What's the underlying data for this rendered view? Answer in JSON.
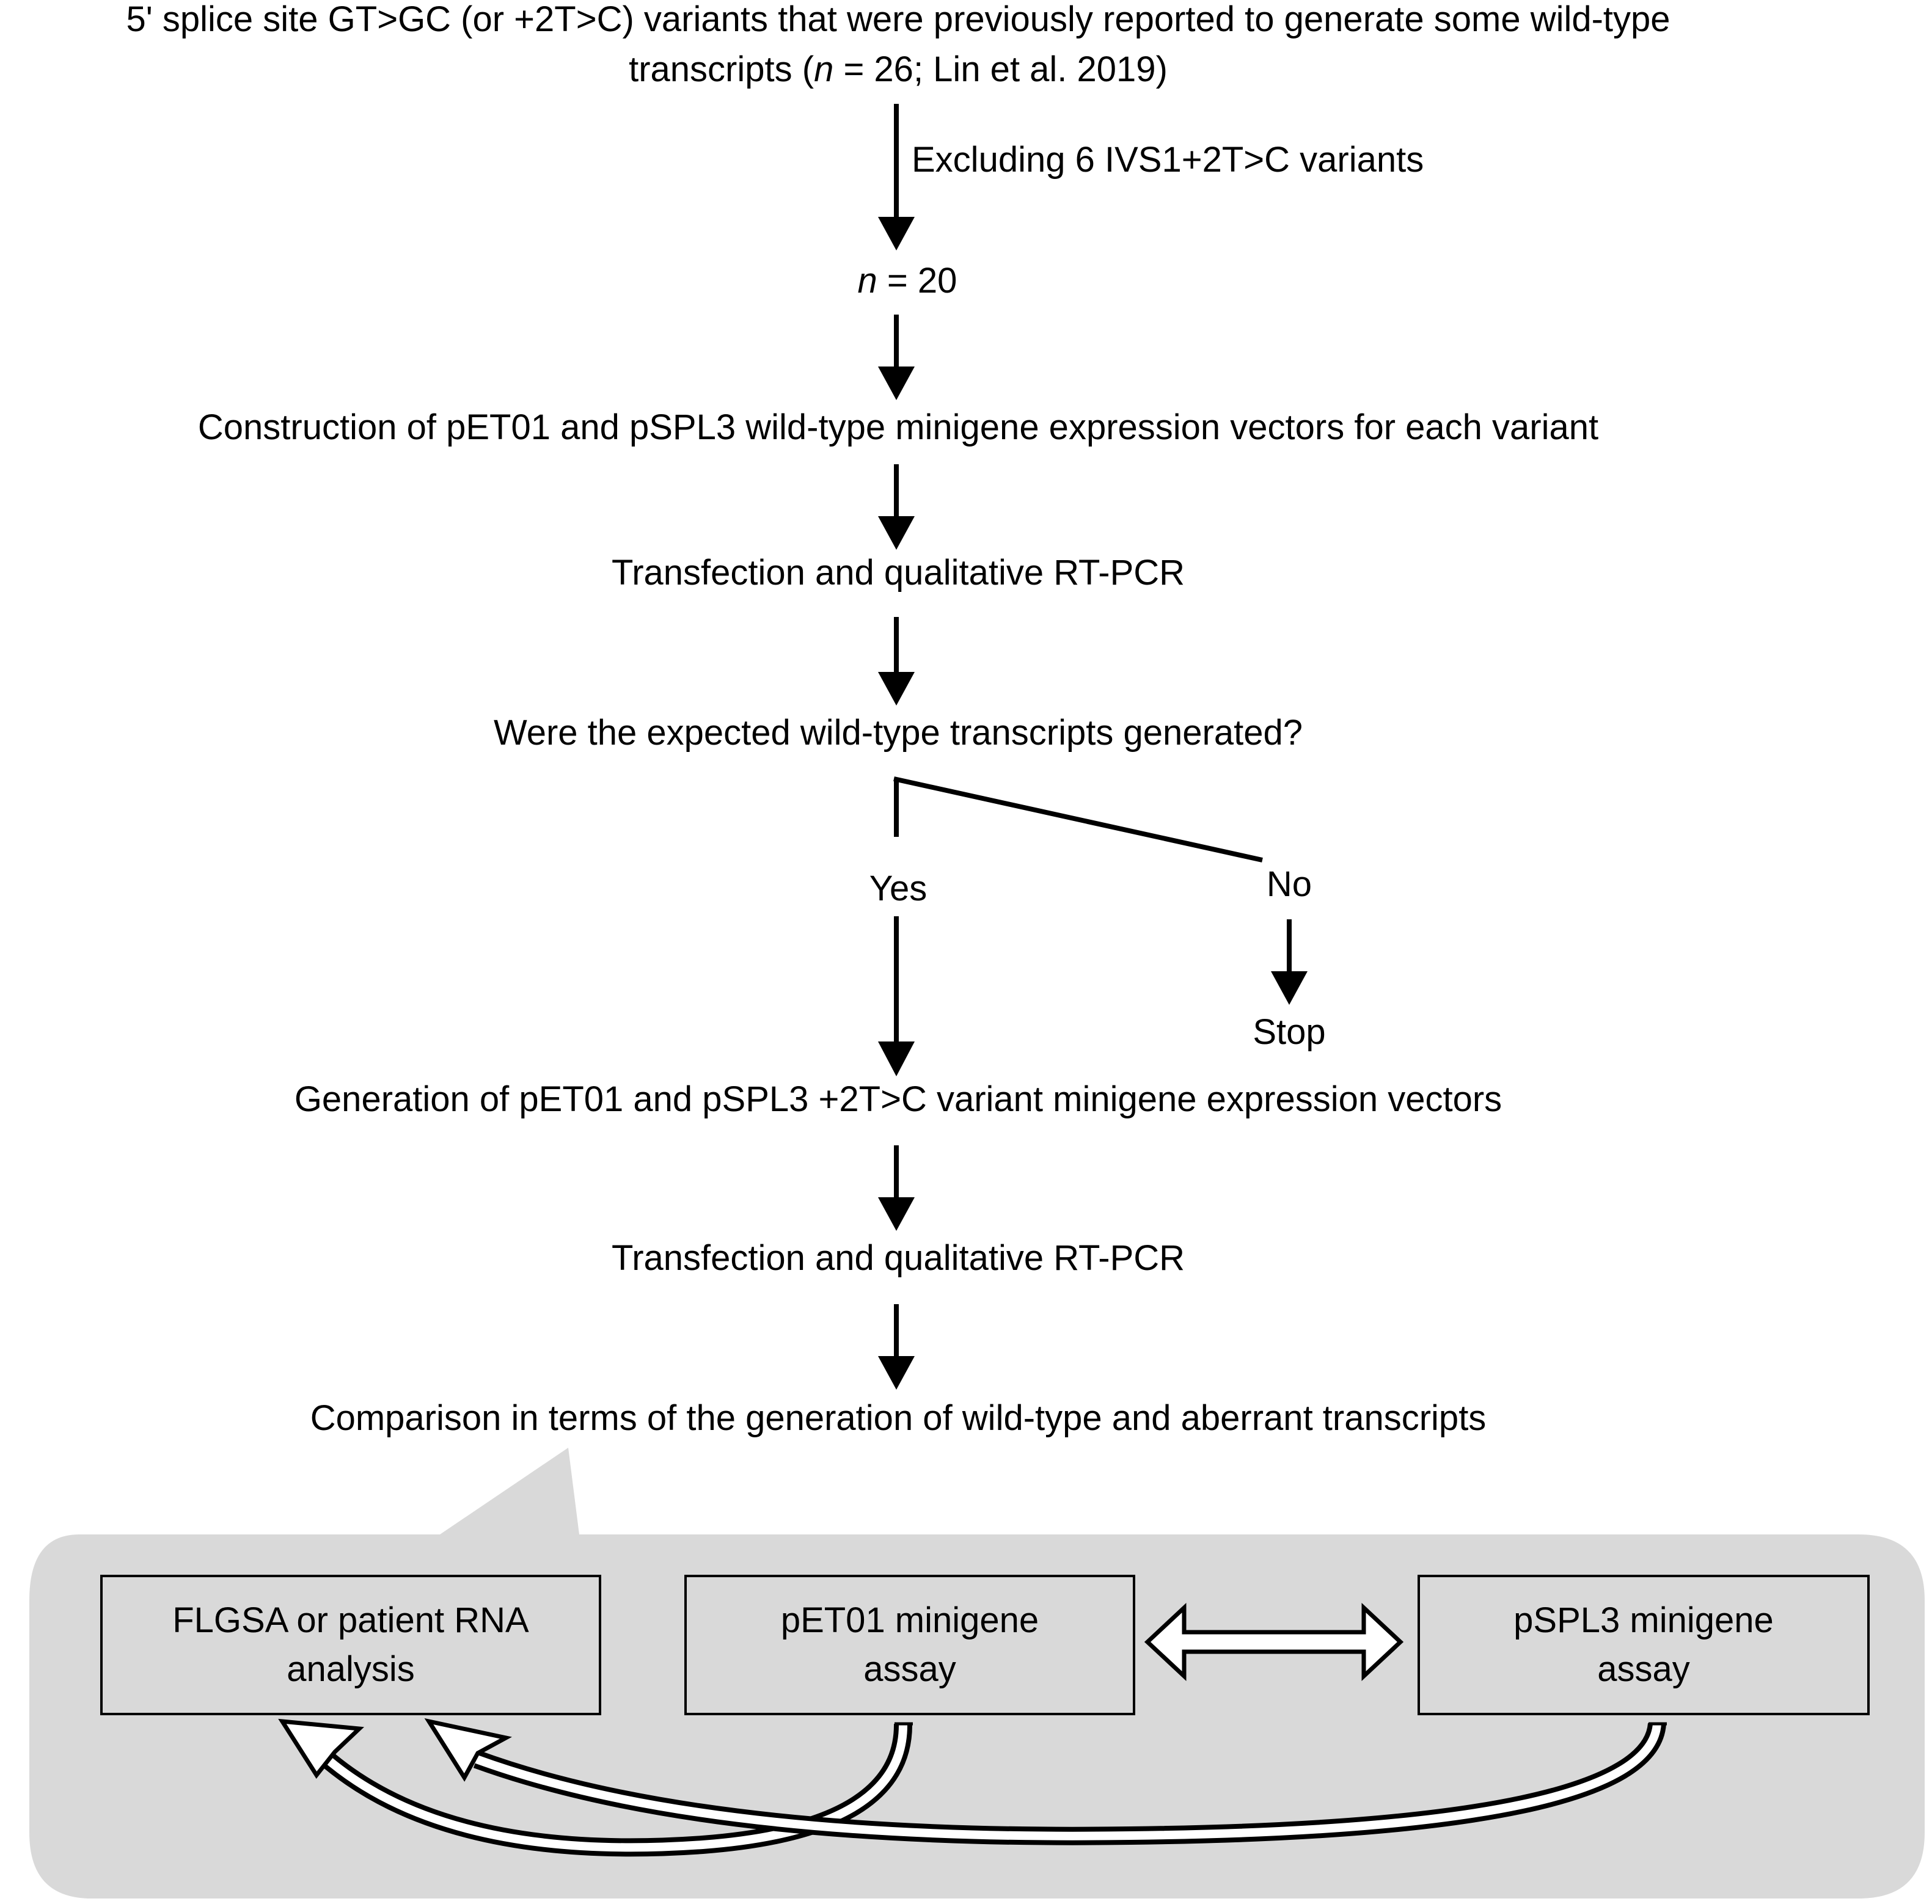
{
  "title_line1": "5' splice site GT>GC (or +2T>C) variants that were previously reported to generate some wild-type",
  "title_line2_prefix": "transcripts (",
  "title_line2_n": "n",
  "title_line2_suffix": " = 26; Lin et al. 2019)",
  "exclusion_label": "Excluding 6 IVS1+2T>C variants",
  "count_n": "n",
  "count_suffix": " = 20",
  "step_construction": "Construction of pET01 and pSPL3 wild-type minigene expression vectors for each variant",
  "step_transfection_1": "Transfection and qualitative RT-PCR",
  "question": "Were the expected wild-type transcripts generated?",
  "branch_yes": "Yes",
  "branch_no": "No",
  "stop_label": "Stop",
  "step_generation": "Generation of pET01 and pSPL3 +2T>C variant minigene expression vectors",
  "step_transfection_2": "Transfection and qualitative RT-PCR",
  "step_comparison": "Comparison in terms of the generation of wild-type and aberrant transcripts",
  "boxes": {
    "flgsa_line1": "FLGSA or patient RNA",
    "flgsa_line2": "analysis",
    "pet01_line1": "pET01 minigene",
    "pet01_line2": "assay",
    "pspl3_line1": "pSPL3 minigene",
    "pspl3_line2": "assay"
  },
  "colors": {
    "panel_fill": "#d9d9d9",
    "line": "#000000",
    "background": "#ffffff"
  }
}
